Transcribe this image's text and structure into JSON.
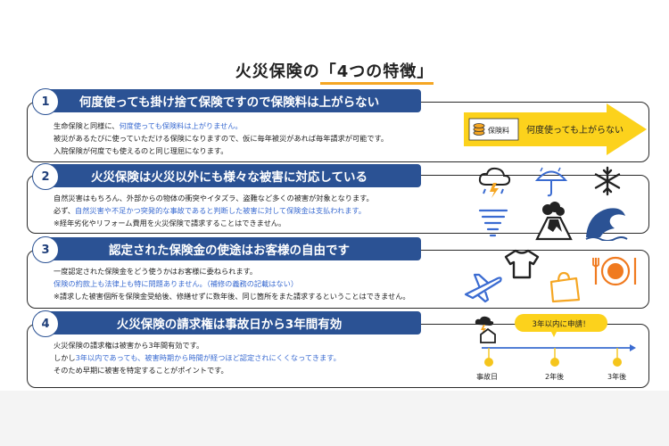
{
  "title": {
    "prefix": "火災保険の",
    "accent": "「4つの特徴」"
  },
  "sections": [
    {
      "number": "1",
      "heading": "何度使っても掛け捨て保険ですので保険料は上がらない",
      "line1_a": "生命保険と同様に、",
      "line1_b": "何度使っても保険料は上がりません。",
      "line2": "被災があるたびに使っていただける保険になりますので、仮に毎年被災があれば毎年請求が可能です。",
      "line3": "入院保険が何度でも使えるのと同じ理屈になります。"
    },
    {
      "number": "2",
      "heading": "火災保険は火災以外にも様々な被害に対応している",
      "line1": "自然災害はもちろん、外部からの物体の衝突やイタズラ、盗難など多くの被害が対象となります。",
      "line2_a": "必ず、",
      "line2_b": "自然災害や不足かつ突発的な事故であると判断した被害に対して保険金は支払われます。",
      "line3": "※経年劣化やリフォーム費用を火災保険で請求することはできません。"
    },
    {
      "number": "3",
      "heading": "認定された保険金の使途はお客様の自由です",
      "line1": "一度認定された保険金をどう使うかはお客様に委ねられます。",
      "line2": "保険の約款上も法律上も特に問題ありません。（補修の義務の記載はない）",
      "line3": "※請求した被害個所を保険金受給後、修繕せずに数年後、同じ箇所をまた請求するということはできません。"
    },
    {
      "number": "4",
      "heading": "火災保険の請求権は事故日から3年間有効",
      "line1": "火災保険の請求権は被害から3年間有効です。",
      "line2_a": "しかし",
      "line2_b": "3年以内であっても、被害時期から時間が経つほど認定されにくくなってきます。",
      "line3": "そのため早期に被害を特定することがポイントです。"
    }
  ],
  "arrow": {
    "badge": "保険料",
    "text": "何度使っても上がらない"
  },
  "timeline": {
    "bubble": "3年以内に申請！",
    "labels": [
      "事故日",
      "2年後",
      "3年後"
    ]
  },
  "colors": {
    "navy": "#2b5294",
    "orange": "#f5a623",
    "blue_text": "#3a6bd1",
    "arrow": "#fcd21c"
  },
  "icons": [
    "thunderstorm-icon",
    "umbrella-icon",
    "snow-icon",
    "tornado-icon",
    "volcano-icon",
    "tsunami-icon",
    "airplane-icon",
    "tshirt-icon",
    "shopping-bag-icon",
    "dinner-plate-icon",
    "house-lightning-icon"
  ]
}
